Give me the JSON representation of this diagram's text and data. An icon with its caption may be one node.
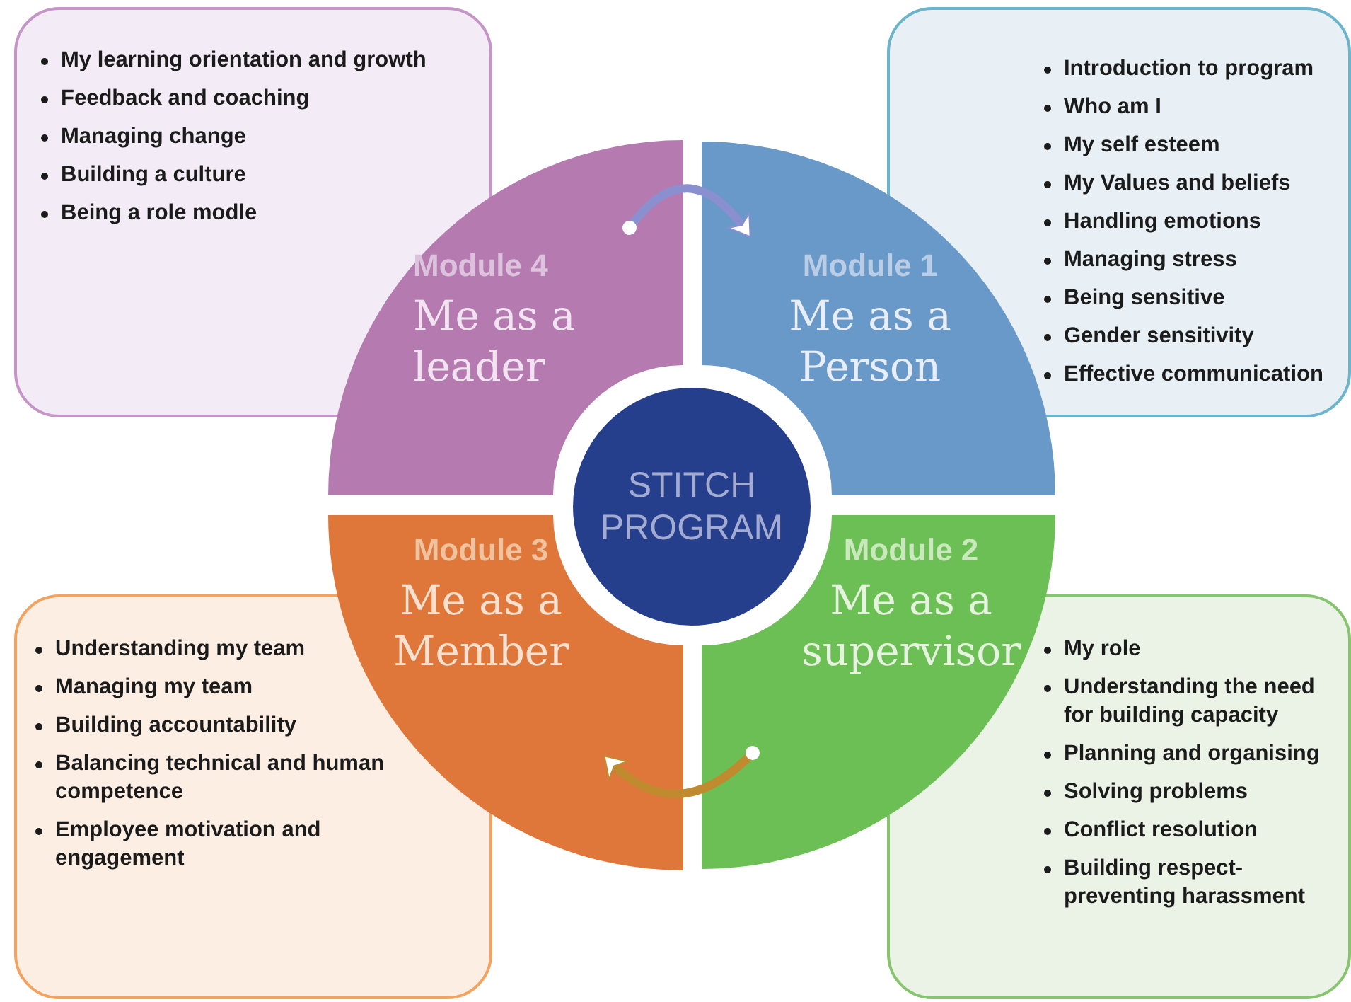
{
  "diagram": {
    "nodes": [
      {
        "text": [
          "My learning orientation and growth",
          "Feedback and coaching",
          "Managing change",
          "Building a culture",
          "Being a role modle"
        ]
      },
      {
        "text": [
          "Introduction to program",
          "Who am I",
          "My self esteem",
          "My Values and beliefs",
          "Handling emotions",
          "Managing stress",
          "Being sensitive",
          "Gender sensitivity",
          "Effective communication"
        ]
      },
      {
        "text": [
          "Module 4",
          "Me as a leader"
        ]
      },
      {
        "text": [
          "Module 1",
          "Me as a Person"
        ]
      },
      {
        "text": [
          "STITCH PROGRAM"
        ]
      },
      {
        "text": [
          "Module 3",
          "Me as a Member"
        ]
      },
      {
        "text": [
          "Module 2",
          "Me as a supervisor"
        ]
      },
      {
        "text": [
          "Understanding my team",
          "Managing my team",
          "Building accountability",
          "Balancing technical and human competence",
          "Employee motivation and engagement"
        ]
      },
      {
        "text": [
          "My role",
          "Understanding the need for building capacity",
          "Planning and organising",
          "Solving problems",
          "Conflict resolution",
          "Building respect-preventing harassment"
        ]
      }
    ],
    "edges": [
      {
        "from": 2,
        "to": 3,
        "arrow": "to",
        "color": "#8a90cf"
      },
      {
        "from": 6,
        "to": 5,
        "arrow": "to",
        "color": "#c08a2e"
      }
    ]
  }
}
